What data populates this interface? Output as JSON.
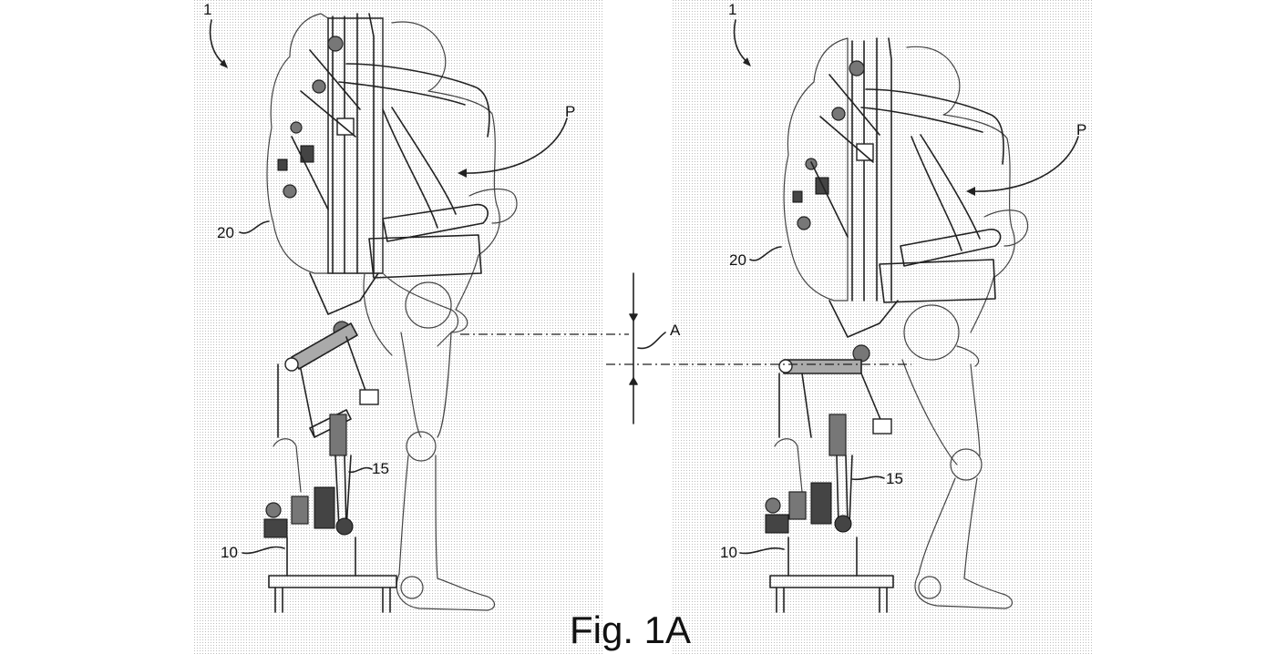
{
  "figure": {
    "caption": "Fig. 1A",
    "left_panel": {
      "ref_device": "1",
      "ref_person": "P",
      "ref_back_unit": "20",
      "ref_actuator": "15",
      "ref_base": "10"
    },
    "right_panel": {
      "ref_device": "1",
      "ref_person": "P",
      "ref_back_unit": "20",
      "ref_actuator": "15",
      "ref_base": "10"
    },
    "dimension_label": "A"
  },
  "colors": {
    "background": "#ffffff",
    "dot_fill": "#cfcfcf",
    "line": "#222222"
  }
}
